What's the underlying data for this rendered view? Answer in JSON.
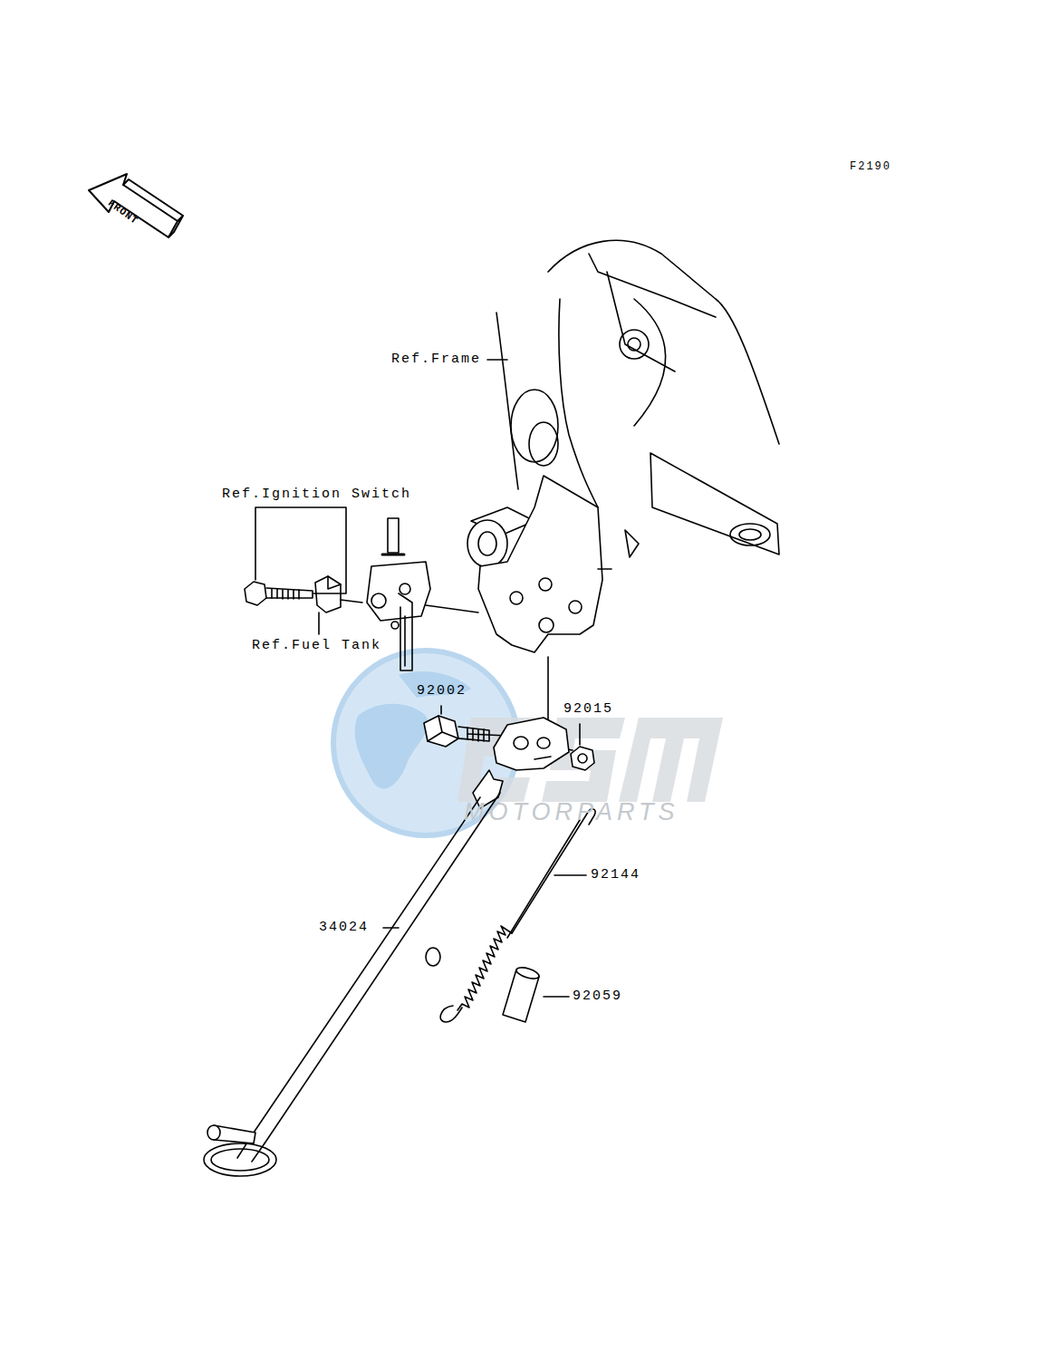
{
  "diagram": {
    "labels": [
      "F2190",
      "FRONT",
      "Ref.Frame",
      "Ref.Ignition Switch",
      "Ref.Fuel Tank",
      "92002",
      "92015",
      "92144",
      "34024",
      "92059",
      "MOTORPARTS"
    ]
  }
}
